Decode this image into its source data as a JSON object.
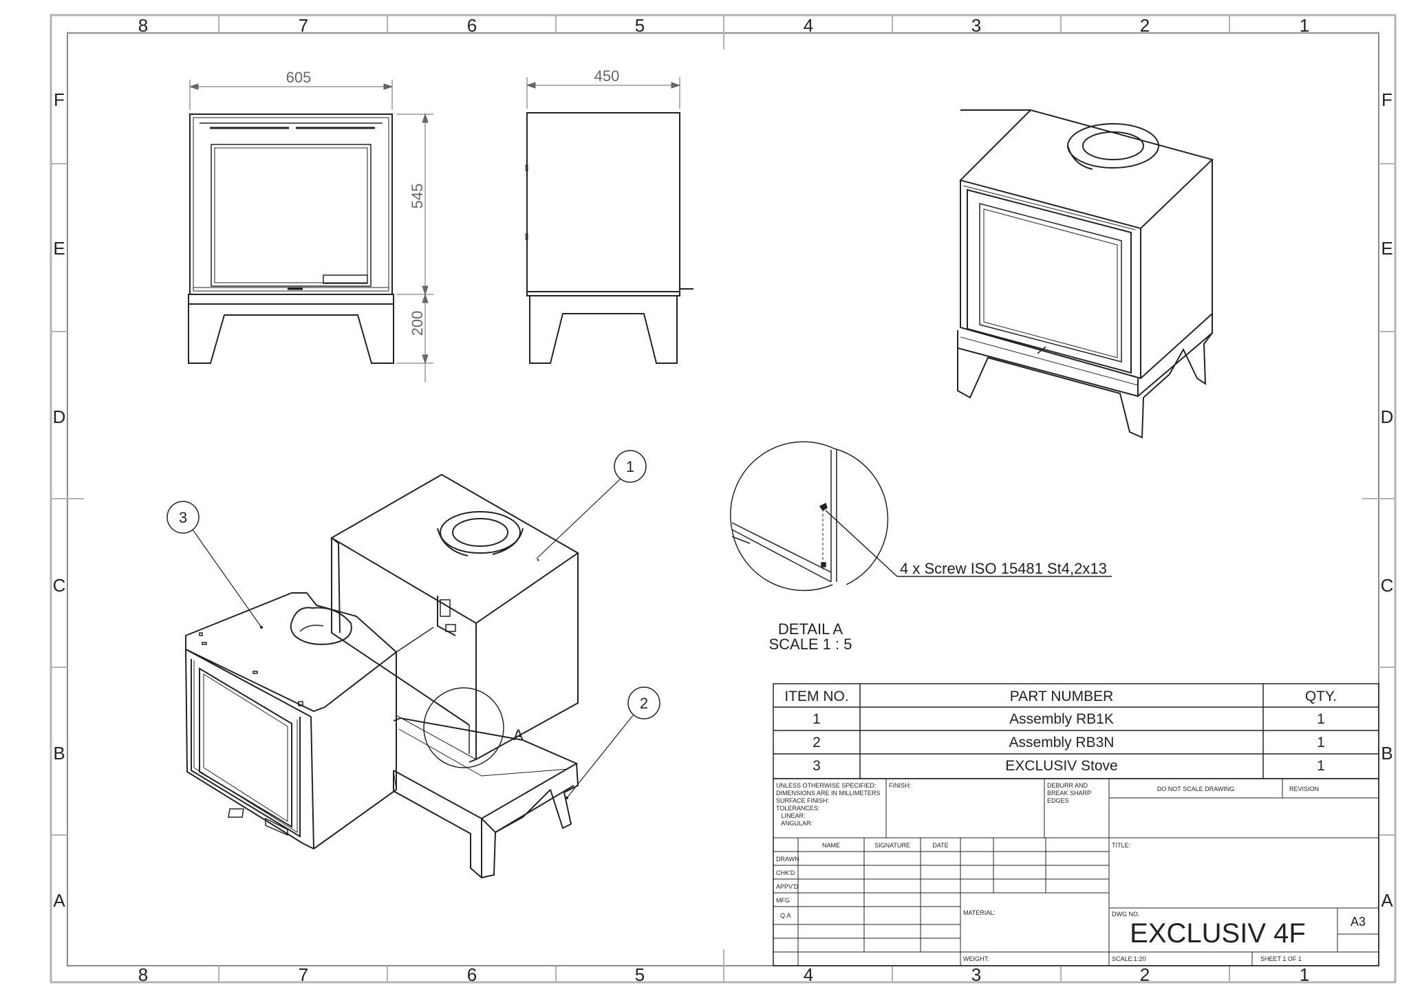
{
  "zones": {
    "columns": [
      "8",
      "7",
      "6",
      "5",
      "4",
      "3",
      "2",
      "1"
    ],
    "rows": [
      "F",
      "E",
      "D",
      "C",
      "B",
      "A"
    ]
  },
  "dimensions": {
    "front_width": "605",
    "side_depth": "450",
    "body_height": "545",
    "base_height": "200"
  },
  "balloons": [
    "1",
    "2",
    "3"
  ],
  "detail": {
    "detail_label": "A",
    "callout_note": "4 x Screw ISO 15481 St4,2x13",
    "title_line1": "DETAIL A",
    "title_line2": "SCALE 1 : 5"
  },
  "bom": {
    "headers": [
      "ITEM NO.",
      "PART NUMBER",
      "QTY."
    ],
    "rows": [
      {
        "item": "1",
        "part": "Assembly RB1K",
        "qty": "1"
      },
      {
        "item": "2",
        "part": "Assembly RB3N",
        "qty": "1"
      },
      {
        "item": "3",
        "part": "EXCLUSIV Stove",
        "qty": "1"
      }
    ]
  },
  "title_block": {
    "tolerance_lines": [
      "UNLESS OTHERWISE SPECIFIED:",
      "DIMENSIONS ARE IN MILLIMETERS",
      "SURFACE FINISH:",
      "TOLERANCES:",
      "   LINEAR:",
      "   ANGULAR:"
    ],
    "finish_label": "FINISH:",
    "deburr_lines": [
      "DEBURR AND",
      "BREAK SHARP",
      "EDGES"
    ],
    "do_not_scale": "DO NOT SCALE DRAWING",
    "revision_label": "REVISION",
    "col_name": "NAME",
    "col_signature": "SIGNATURE",
    "col_date": "DATE",
    "row_labels": [
      "DRAWN",
      "CHK'D",
      "APPV'D",
      "MFG",
      "Q.A"
    ],
    "title_label": "TITLE:",
    "material_label": "MATERIAL:",
    "dwg_no_label": "DWG NO.",
    "dwg_no": "EXCLUSIV 4F",
    "size": "A3",
    "weight_label": "WEIGHT:",
    "scale": "SCALE:1:20",
    "sheet": "SHEET 1 OF 1"
  }
}
